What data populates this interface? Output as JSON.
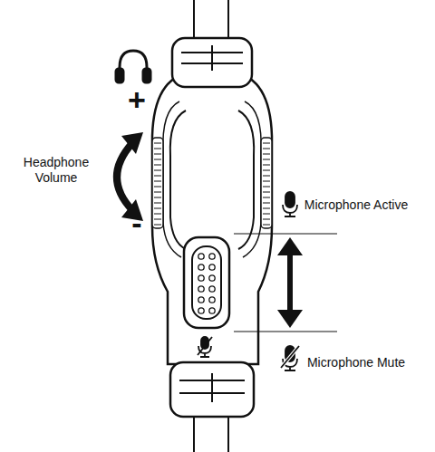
{
  "diagram": {
    "labels": [
      "+",
      "Headphone Volume",
      "-",
      "Microphone Active",
      "Microphone Mute"
    ]
  }
}
